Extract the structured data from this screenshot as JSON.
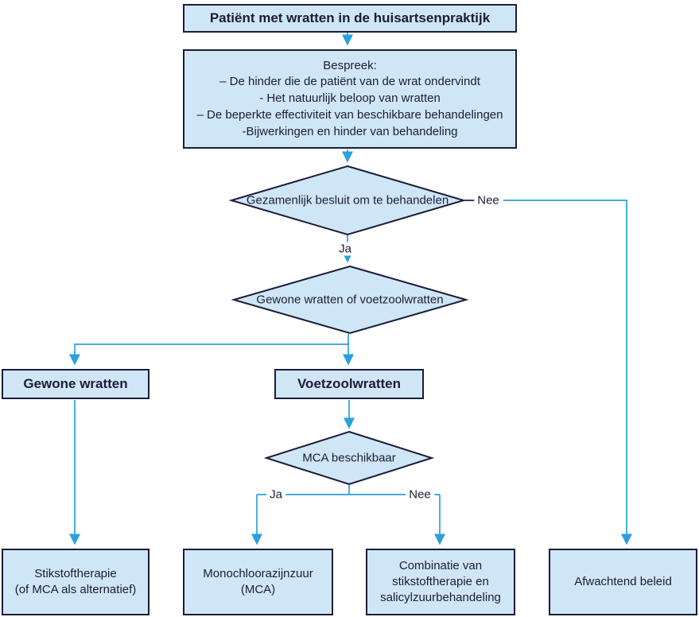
{
  "colors": {
    "node_fill": "#cfe6f7",
    "node_border": "#1c1c38",
    "text": "#1c1c38",
    "connector_blue": "#2aa1dc",
    "background": "#ffffff"
  },
  "nodes": {
    "start": {
      "label": "Patiënt met wratten in de huisartsenpraktijk"
    },
    "discuss": {
      "title": "Bespreek:",
      "items": [
        "– De hinder die de patiënt van de wrat ondervindt",
        "- Het natuurlijk beloop van wratten",
        "– De beperkte effectiviteit van beschikbare behandelingen",
        "-Bijwerkingen en hinder van behandeling"
      ]
    },
    "decision_treat": {
      "line1": "Gezamenlijk besluit om",
      "line2": "te behandelen"
    },
    "decision_wart_type": {
      "line1": "Gewone wratten",
      "line2": "of voetzoolwratten"
    },
    "common_warts": {
      "label": "Gewone wratten"
    },
    "plantar_warts": {
      "label": "Voetzoolwratten"
    },
    "decision_mca": {
      "label": "MCA beschikbaar"
    },
    "nitrogen_therapy": {
      "line1": "Stikstoftherapie",
      "line2": "(of MCA als alternatief)"
    },
    "mca_treatment": {
      "line1": "Monochloorazijnzuur",
      "line2": "(MCA)"
    },
    "combination_therapy": {
      "line1": "Combinatie van",
      "line2": "stikstoftherapie en",
      "line3": "salicylzuurbehandeling"
    },
    "watchful_waiting": {
      "label": "Afwachtend beleid"
    }
  },
  "edge_labels": {
    "treat_no": "Nee",
    "treat_yes": "Ja",
    "mca_yes": "Ja",
    "mca_no": "Nee"
  }
}
